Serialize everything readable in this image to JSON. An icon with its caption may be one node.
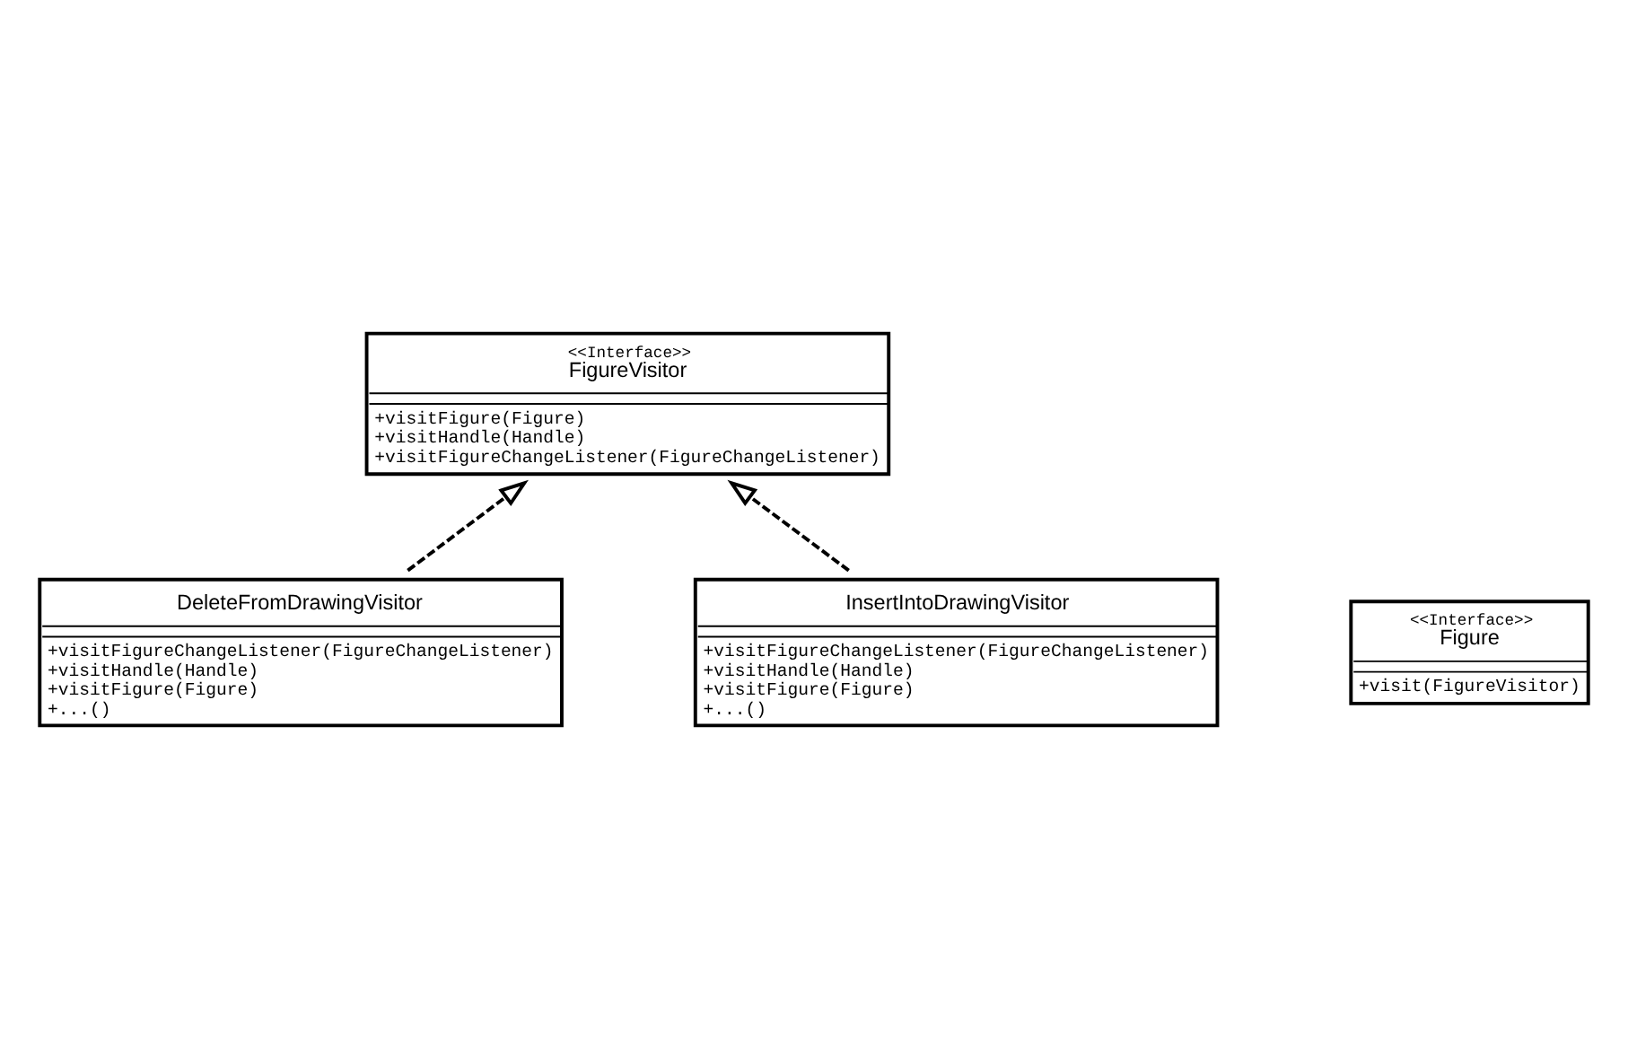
{
  "diagram": {
    "nodes": [
      {
        "text": [
          "<<Interface>>",
          "FigureVisitor",
          "+visitFigure(Figure)",
          "+visitHandle(Handle)",
          "+visitFigureChangeListener(FigureChangeListener)"
        ]
      },
      {
        "text": [
          "DeleteFromDrawingVisitor",
          "+visitFigureChangeListener(FigureChangeListener)",
          "+visitHandle(Handle)",
          "+visitFigure(Figure)",
          "+...()"
        ]
      },
      {
        "text": [
          "InsertIntoDrawingVisitor",
          "+visitFigureChangeListener(FigureChangeListener)",
          "+visitHandle(Handle)",
          "+visitFigure(Figure)",
          "+...()"
        ]
      },
      {
        "text": [
          "<<Interface>>",
          "Figure",
          "+visit(FigureVisitor)"
        ]
      }
    ],
    "edges": [
      {
        "from": 1,
        "to": 0,
        "arrow": "to",
        "style": "dashed"
      },
      {
        "from": 2,
        "to": 0,
        "arrow": "to",
        "style": "dashed"
      }
    ]
  }
}
